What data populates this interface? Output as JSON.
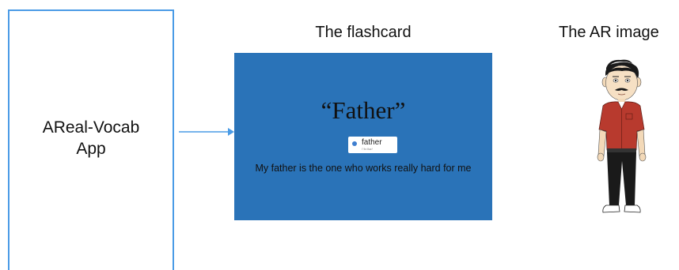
{
  "app_box": {
    "label": "AReal-Vocab\nApp"
  },
  "flashcard_section": {
    "heading": "The flashcard",
    "card": {
      "word": "“Father”",
      "chip_word": "father",
      "chip_subtext": "/ˈfɑːðər/",
      "sentence": "My father is the one who works really hard for me"
    }
  },
  "ar_section": {
    "heading": "The AR image",
    "image_icon": "cartoon-father-figure"
  },
  "colors": {
    "accent_blue": "#4a9be6",
    "card_blue": "#2a73b8",
    "shirt_red": "#b83a2e",
    "pants_black": "#1a1a1a"
  }
}
